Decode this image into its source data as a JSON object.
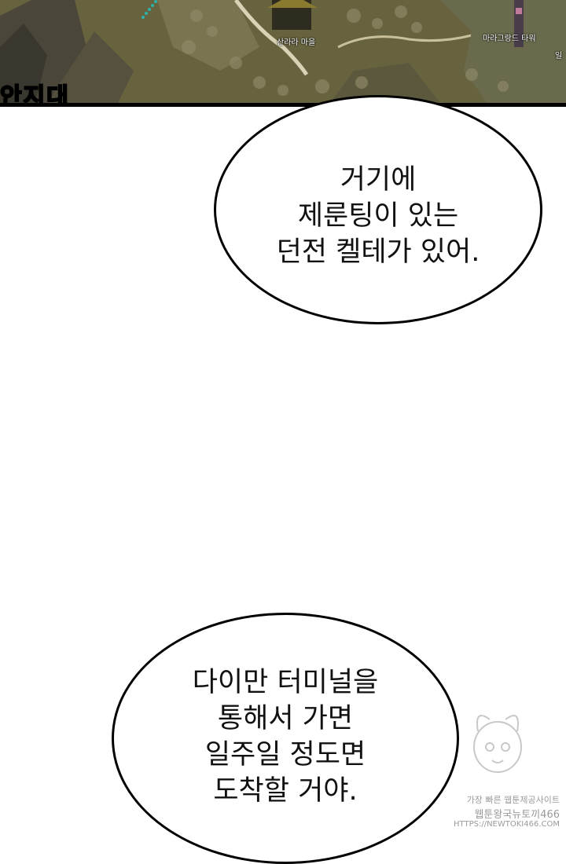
{
  "map": {
    "village_label": "산라라 마을",
    "tower_label": "마라그랑드 타워",
    "edge_label": "일",
    "region_label": "안지대"
  },
  "bubbles": [
    {
      "lines": [
        "거기에",
        "제룬팅이 있는",
        "던전 켈테가 있어."
      ]
    },
    {
      "lines": [
        "다이만 터미널을",
        "통해서 가면",
        "일주일 정도면",
        "도착할 거야."
      ]
    }
  ],
  "watermark": {
    "line1": "가장 빠른 웹툰제공사이트",
    "line2": "웹툰왕국뉴토끼466",
    "line3": "HTTPS://NEWTOKI466.COM"
  }
}
